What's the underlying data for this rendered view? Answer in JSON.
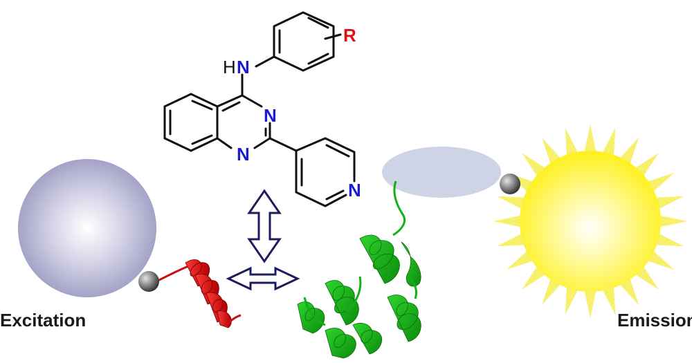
{
  "labels": {
    "excitation": "Excitation",
    "emission": "Emission"
  },
  "molecule": {
    "r_group": "R",
    "hn": "H",
    "n_amine": "N",
    "n_ring_top": "N",
    "n_ring_bottom": "N",
    "n_pyridine": "N"
  },
  "colors": {
    "bond": "#111111",
    "nitrogen": "#1b1bd6",
    "r_group": "#e01010",
    "donor_sphere": "#9e9cc4",
    "acceptor_sun": "#fff02a",
    "sun_rays": "#f6f06a",
    "ellipse": "#cfd3e6",
    "arrow": "#1c1c5e",
    "peptide": "#dd1010",
    "protein": "#12b012",
    "linker_ball": "#6e6e6e"
  }
}
